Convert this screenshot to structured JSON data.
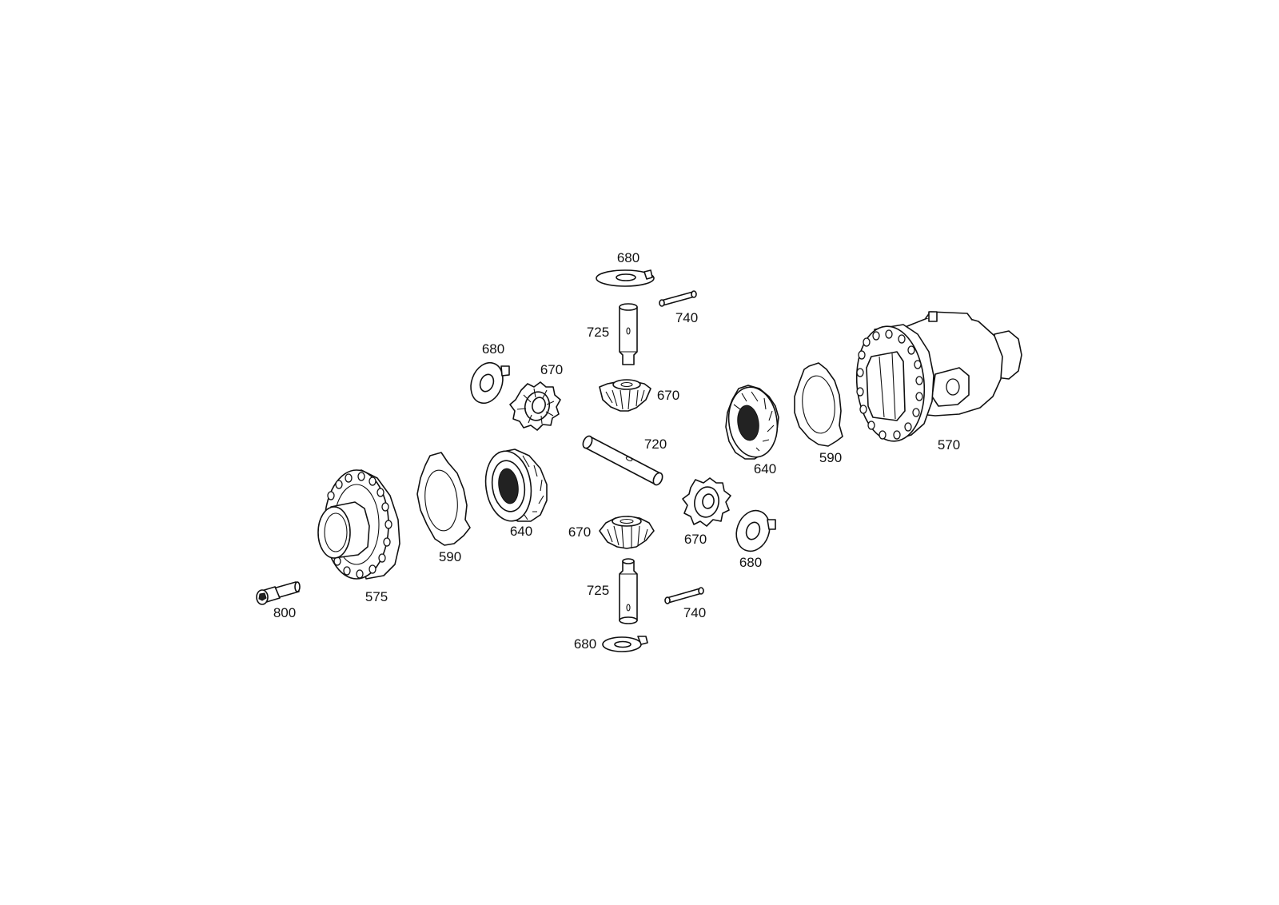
{
  "callouts": {
    "washer_top": "680",
    "pin_top": "740",
    "shaft_top": "725",
    "washer_left_upper": "680",
    "pinion_left_upper": "670",
    "pinion_top_center": "670",
    "cross_shaft": "720",
    "side_gear_right": "640",
    "disc_right": "590",
    "housing": "570",
    "flange": "575",
    "disc_left": "590",
    "side_gear_left": "640",
    "pinion_bottom_center": "670",
    "pinion_right_lower": "670",
    "washer_right_lower": "680",
    "shaft_bottom": "725",
    "pin_bottom": "740",
    "washer_bottom": "680",
    "bolt": "800"
  }
}
